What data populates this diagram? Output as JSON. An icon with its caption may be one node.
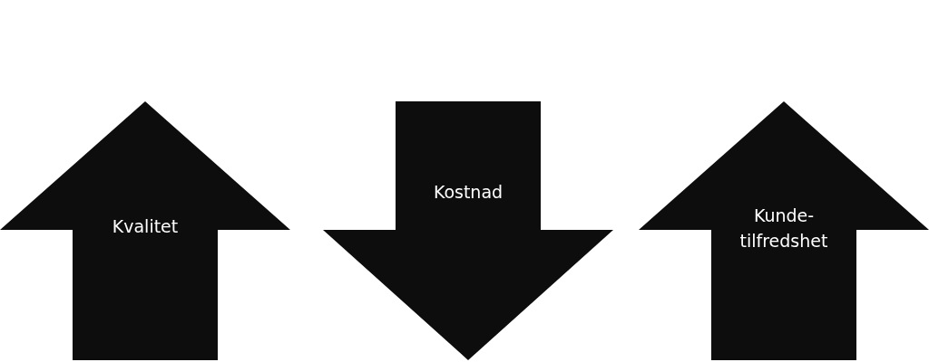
{
  "diagram": {
    "nodes": [
      {
        "text": [
          "Kvalitet"
        ]
      },
      {
        "text": [
          "Kostnad"
        ]
      },
      {
        "text": [
          "Kunde- tilfredshet"
        ]
      }
    ]
  }
}
